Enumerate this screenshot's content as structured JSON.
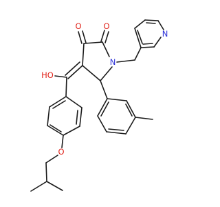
{
  "molecule": {
    "atoms": {
      "o_ketone": "O",
      "o_carbonyl": "O",
      "n_ring": "N",
      "n_pyridine": "N",
      "hydroxyl": "HO",
      "o_ether": "O"
    },
    "colors": {
      "bond": "#1a1a1a",
      "oxygen": "#e0241b",
      "nitrogen": "#2a2fd8",
      "background": "#ffffff"
    }
  }
}
